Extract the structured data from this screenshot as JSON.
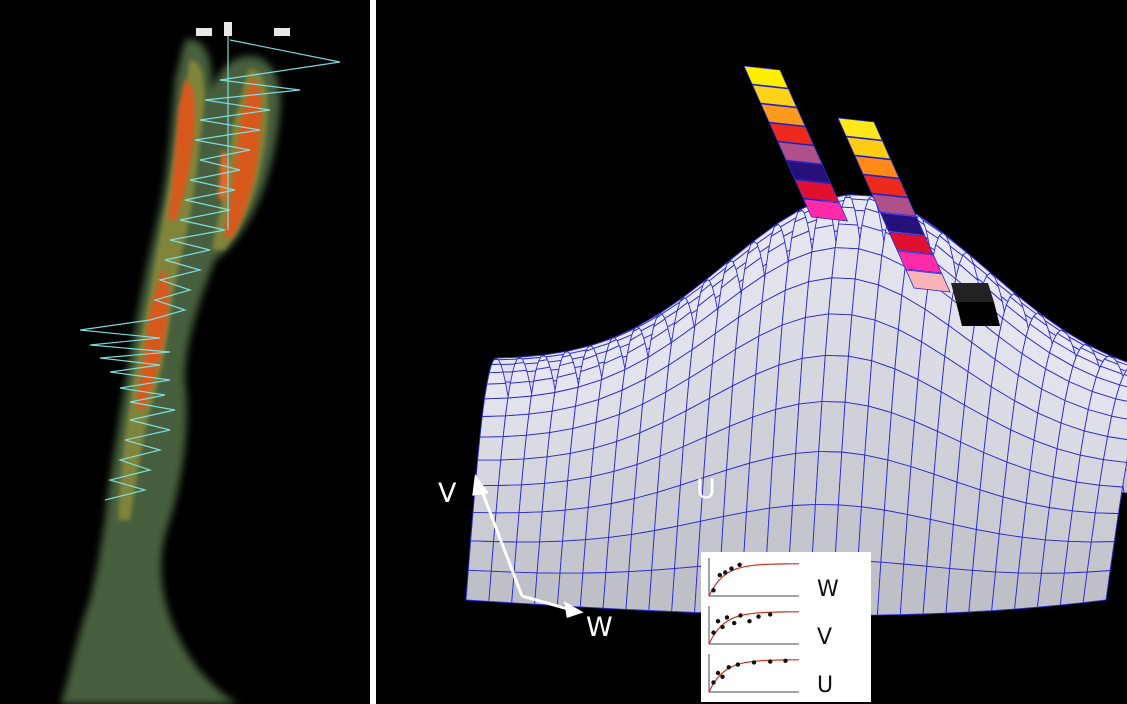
{
  "figure": {
    "left_panel": {
      "name": "volumetric-scan-render",
      "colors": {
        "background": "#000000",
        "outer_isosurface": "#4f6b45",
        "mid_isosurface": "#8c8b3a",
        "inner_isosurface": "#d8581f",
        "trace_line": "#7fe3e6"
      }
    },
    "right_panel": {
      "name": "deformed-grid-surface",
      "axes": {
        "v_label": "V",
        "u_label": "U",
        "w_label": "W"
      },
      "colors": {
        "background": "#000000",
        "surface": "#e9e9f3",
        "grid_lines": "#2b2bd6",
        "axis_arrows": "#ffffff"
      },
      "highlight_strips": [
        {
          "cells": [
            "#ffee00",
            "#ffd21a",
            "#ff9a1a",
            "#ee2a1e",
            "#b0508a",
            "#28107a",
            "#e01030",
            "#ff2aa8"
          ]
        },
        {
          "cells": [
            "#ffe81a",
            "#ffcc14",
            "#ff8a1a",
            "#ee2a1e",
            "#b0508a",
            "#28107a",
            "#e01030",
            "#ff2aa8",
            "#f8b4b8"
          ]
        }
      ],
      "legend": {
        "rows": [
          {
            "label": "W",
            "points": [
              [
                0.05,
                0.15
              ],
              [
                0.12,
                0.55
              ],
              [
                0.18,
                0.62
              ],
              [
                0.25,
                0.72
              ],
              [
                0.34,
                0.82
              ]
            ]
          },
          {
            "label": "V",
            "points": [
              [
                0.05,
                0.3
              ],
              [
                0.1,
                0.6
              ],
              [
                0.15,
                0.45
              ],
              [
                0.2,
                0.7
              ],
              [
                0.28,
                0.55
              ],
              [
                0.35,
                0.75
              ],
              [
                0.45,
                0.6
              ],
              [
                0.55,
                0.72
              ],
              [
                0.68,
                0.78
              ]
            ]
          },
          {
            "label": "U",
            "points": [
              [
                0.05,
                0.25
              ],
              [
                0.1,
                0.5
              ],
              [
                0.15,
                0.4
              ],
              [
                0.22,
                0.65
              ],
              [
                0.32,
                0.72
              ],
              [
                0.5,
                0.78
              ],
              [
                0.68,
                0.8
              ],
              [
                0.85,
                0.82
              ]
            ]
          }
        ],
        "curve_color": "#cc3322",
        "point_color": "#111111"
      }
    }
  }
}
